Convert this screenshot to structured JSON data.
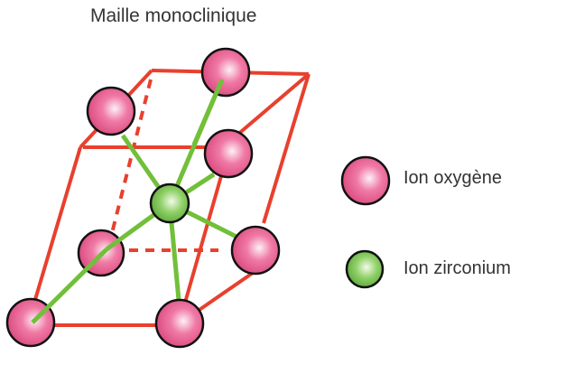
{
  "title": "Maille monoclinique",
  "legend": [
    {
      "label": "Ion oxygène",
      "kind": "oxygen"
    },
    {
      "label": "Ion zirconium",
      "kind": "zirconium"
    }
  ],
  "colors": {
    "cell": "#e8402e",
    "bond": "#72bf3a",
    "oxygen": "#e85a8c",
    "zirconium": "#74c051"
  }
}
